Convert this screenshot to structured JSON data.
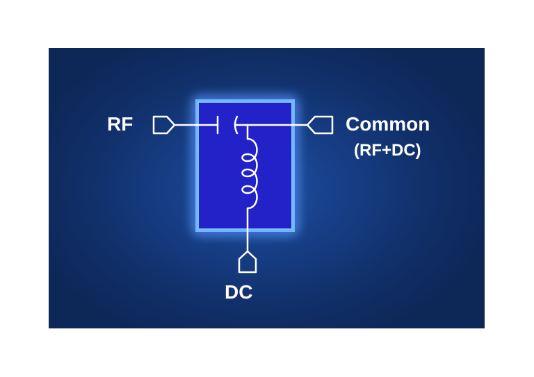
{
  "diagram": {
    "title": "",
    "ports": {
      "rf": "RF",
      "common": "Common",
      "common_sub": "(RF+DC)",
      "dc": "DC"
    },
    "components": [
      "capacitor",
      "inductor"
    ],
    "colors": {
      "background_dark": "#0d2757",
      "background_center": "#1f4fa3",
      "box_fill": "#2222cc",
      "box_glow": "#5aa8ff",
      "lines": "#ffffff"
    }
  }
}
